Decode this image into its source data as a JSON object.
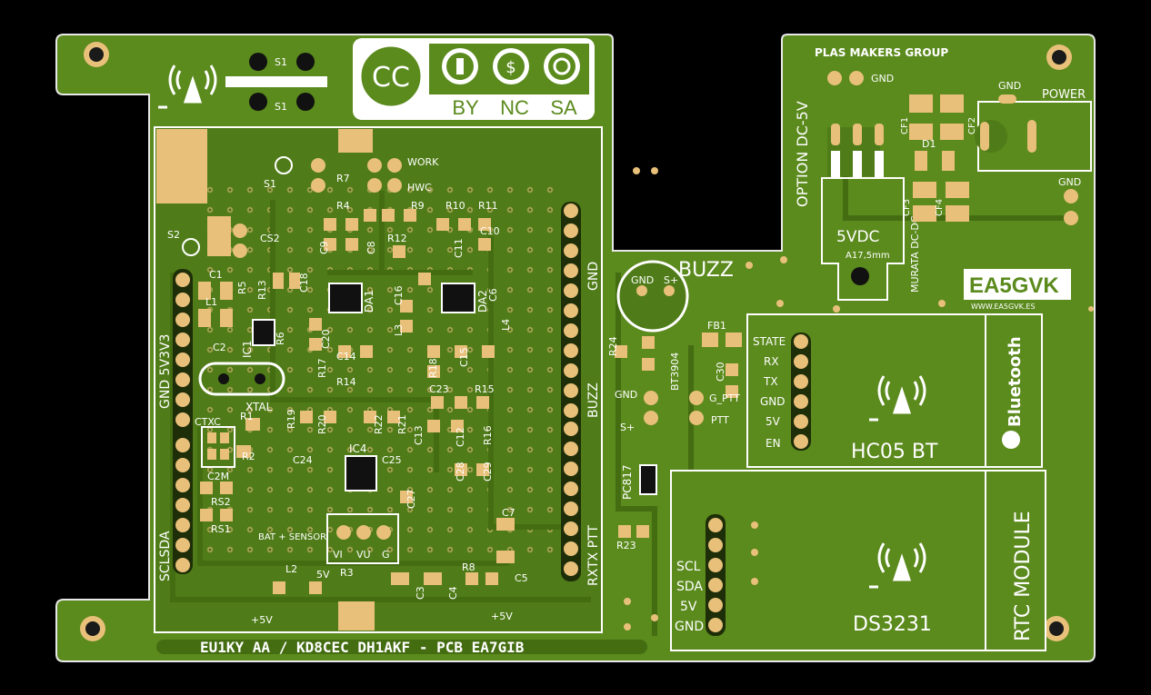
{
  "board": {
    "colors": {
      "background": "#000000",
      "board": "#5b8a1d",
      "copper": "#4f7c18",
      "silk": "#ffffff",
      "pad": "#e8c07a",
      "hole": "#1a1a1a"
    },
    "silk_labels": {
      "s1_top": "S1",
      "s1_bottom": "S1",
      "s1": "S1",
      "s2": "S2",
      "work": "WORK",
      "hwc": "HWC",
      "cc_by": "BY",
      "cc_nc": "NC",
      "cc_sa": "SA",
      "cc": "CC",
      "xtal": "XTAL",
      "ctxc": "CTXC",
      "ic1": "IC1",
      "ic4": "IC4",
      "da1": "DA1",
      "da2": "DA2",
      "gnd_5v3v3": "GND 5V3V3",
      "scl_sda": "SCLSDA",
      "rxtx_ptt": "RXTX PTT",
      "buzz_v": "BUZZ",
      "gnd_v": "GND",
      "bat_sensor": "BAT + SENSOR",
      "vi": "VI",
      "vu": "VU",
      "g": "G",
      "plus5v_left": "+5V",
      "plus5v_right": "+5V",
      "fivev_mid": "5V",
      "rs1": "RS1",
      "rs2": "RS2",
      "r1": "R1",
      "r2": "R2",
      "r3": "R3",
      "r8": "R8",
      "l2": "L2",
      "c3": "C3",
      "c4": "C4",
      "c5": "C5",
      "c7": "C7",
      "c23": "C23",
      "r15": "R15",
      "r16": "R16",
      "buzz": "BUZZ",
      "gnd_buzz": "GND",
      "s_plus_buzz": "S+",
      "fb1": "FB1",
      "bt3904": "BT3904",
      "c30": "C30",
      "r24": "R24",
      "gnd_small": "GND",
      "s_plus": "S+",
      "g_ptt": "G_PTT",
      "ptt": "PTT",
      "pc817": "PC817",
      "r23": "R23",
      "option_dc5v": "OPTION DC-5V",
      "plas_makers": "PLAS MAKERS GROUP",
      "fivevdc": "5VDC",
      "a175": "A17,5mm",
      "murata": "MURATA DC-DC",
      "gnd_pwr": "GND",
      "power": "POWER",
      "gnd_top": "GND",
      "gnd_r": "GND",
      "d1": "D1",
      "cf1": "CF1",
      "cf2": "CF2",
      "cf3": "CF3",
      "cf4": "CF4",
      "ea5gvk": "EA5GVK",
      "ea5gvk_url": "WWW.EA5GVK.ES",
      "state": "STATE",
      "rx": "RX",
      "tx": "TX",
      "gnd_bt": "GND",
      "fivev_bt": "5V",
      "en": "EN",
      "hc05": "HC05 BT",
      "bluetooth": "Bluetooth",
      "scl": "SCL",
      "sda": "SDA",
      "fivev_rtc": "5V",
      "gnd_rtc": "GND",
      "ds3231": "DS3231",
      "rtc_module": "RTC MODULE",
      "credits": "EU1KY AA / KD8CEC DH1AKF - PCB EA7GIB",
      "r4": "R4",
      "r5": "R5",
      "r6": "R6",
      "r7": "R7",
      "r9": "R9",
      "r10": "R10",
      "r11": "R11",
      "r12": "R12",
      "r13": "R13",
      "r14": "R14",
      "r17": "R17",
      "r18": "R18",
      "r19": "R19",
      "r20": "R20",
      "r21": "R21",
      "r22": "R22",
      "c1": "C1",
      "c2": "C2",
      "c6": "C6",
      "c8": "C8",
      "c9": "C9",
      "c10": "C10",
      "c11": "C11",
      "c12": "C12",
      "c13": "C13",
      "c14": "C14",
      "c15": "C15",
      "c16": "C16",
      "c18": "C18",
      "c20": "C20",
      "c24": "C24",
      "c25": "C25",
      "c27": "C27",
      "c28": "C28",
      "c29": "C29",
      "l1": "L1",
      "l3": "L3",
      "l4": "L4",
      "cs2": "CS2",
      "c2m": "C2M"
    }
  }
}
